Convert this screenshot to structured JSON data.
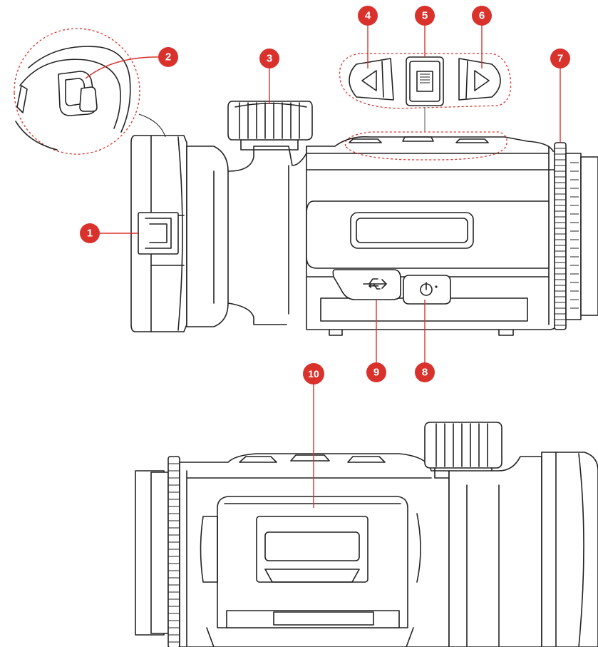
{
  "callouts": [
    {
      "id": "callout-1",
      "label": "1"
    },
    {
      "id": "callout-2",
      "label": "2"
    },
    {
      "id": "callout-3",
      "label": "3"
    },
    {
      "id": "callout-4",
      "label": "4"
    },
    {
      "id": "callout-5",
      "label": "5"
    },
    {
      "id": "callout-6",
      "label": "6"
    },
    {
      "id": "callout-7",
      "label": "7"
    },
    {
      "id": "callout-8",
      "label": "8"
    },
    {
      "id": "callout-9",
      "label": "9"
    },
    {
      "id": "callout-10",
      "label": "10"
    }
  ],
  "colors": {
    "callout": "#d9322c",
    "line": "#222222"
  },
  "icons": {
    "left_button": "left-arrow-icon",
    "menu_button": "menu-icon",
    "right_button": "right-arrow-icon",
    "usb": "usb-icon",
    "power": "power-icon"
  }
}
